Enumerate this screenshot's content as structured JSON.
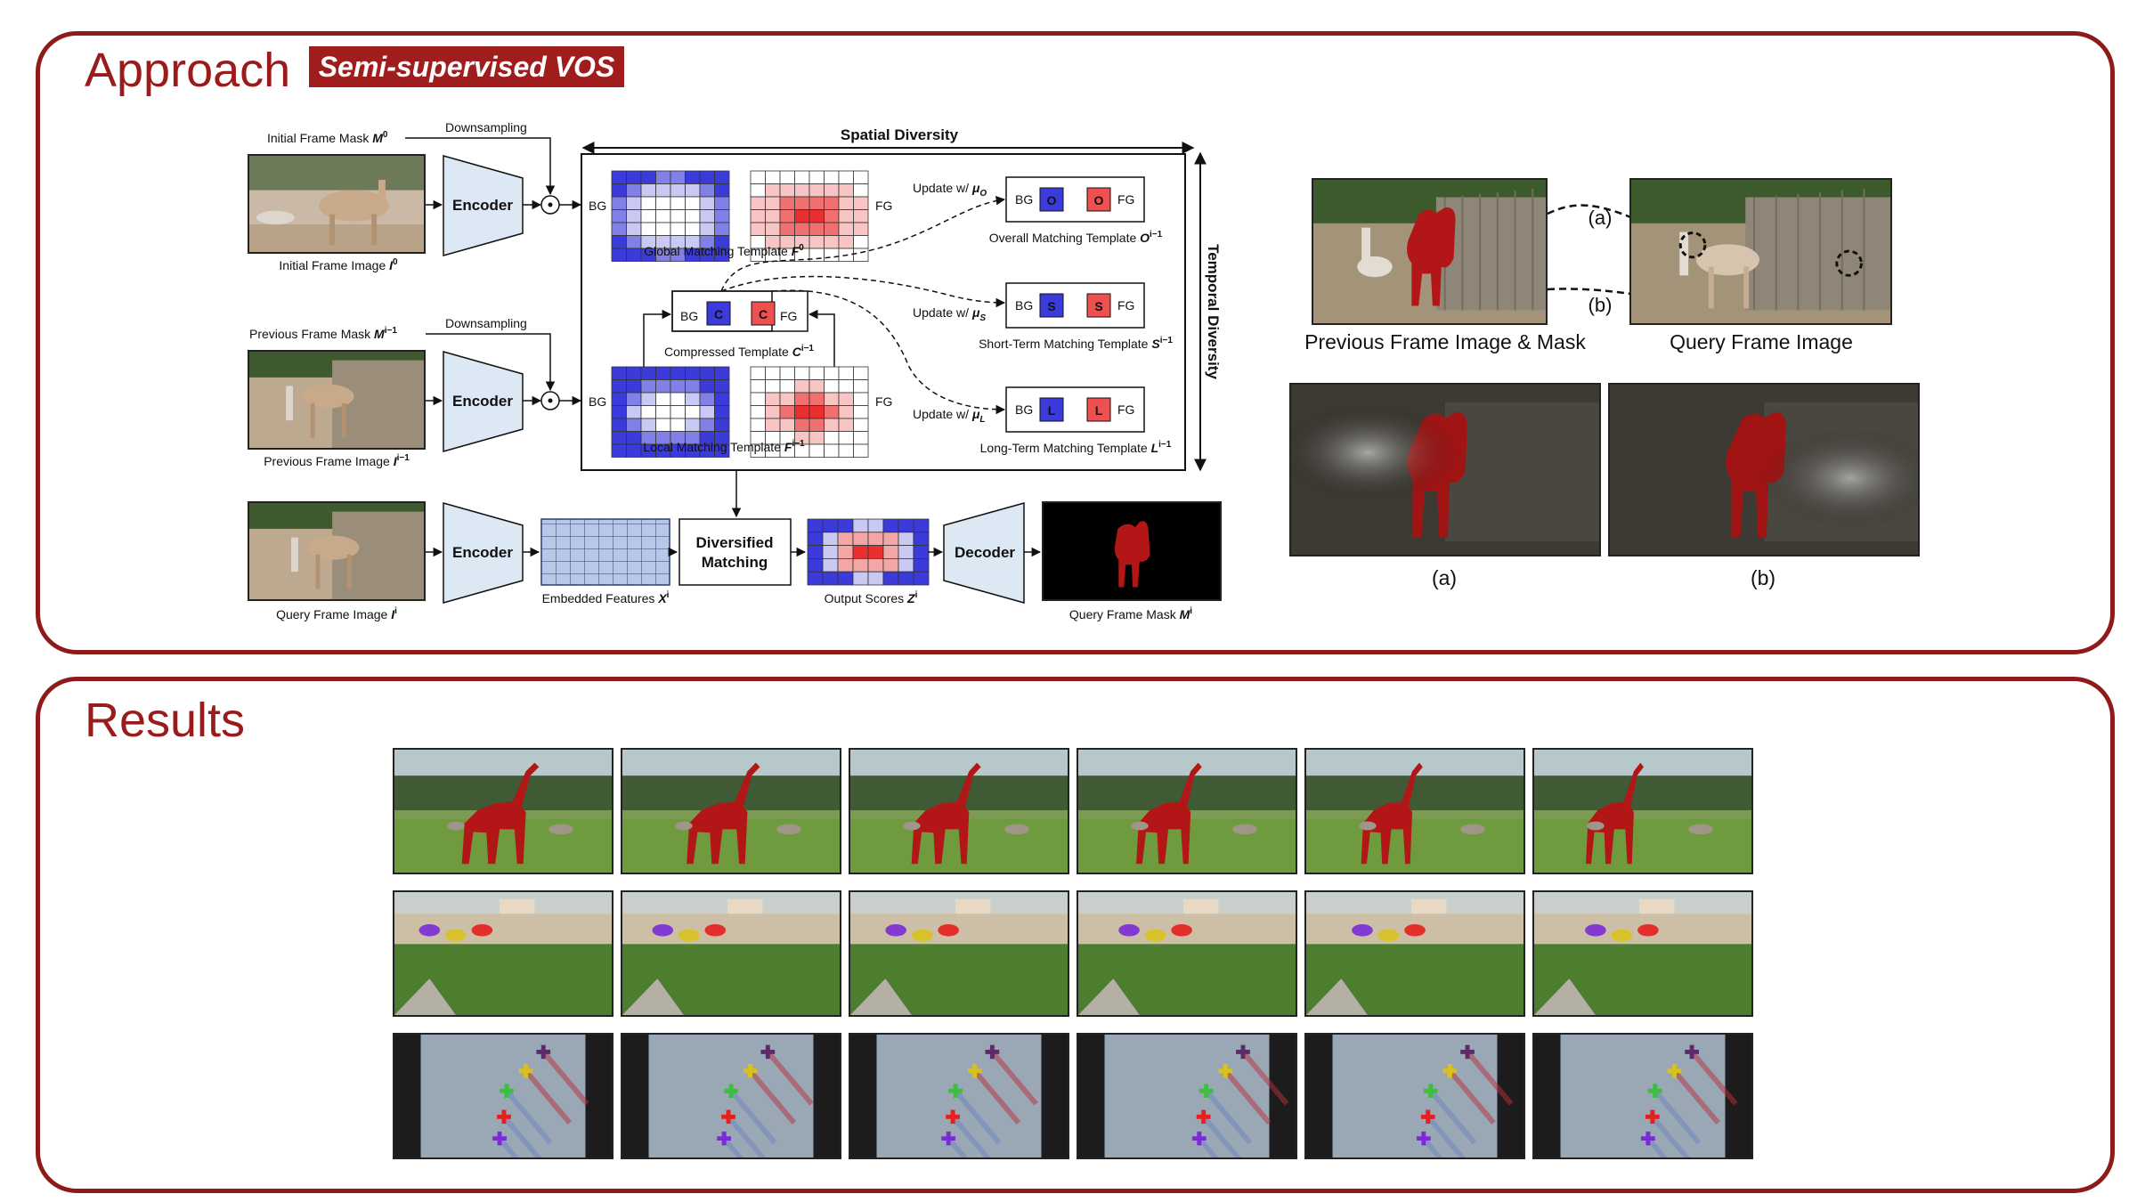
{
  "sections": {
    "approach_title": "Approach",
    "approach_badge": "Semi-supervised VOS",
    "results_title": "Results"
  },
  "diagram": {
    "spatial_diversity": "Spatial Diversity",
    "temporal_diversity": "Temporal Diversity",
    "initial_mask": "Initial Frame Mask",
    "initial_mask_sym": "M",
    "initial_mask_sup": "0",
    "initial_image": "Initial Frame Image",
    "initial_image_sym": "I",
    "initial_image_sup": "0",
    "prev_mask": "Previous Frame Mask",
    "prev_mask_sym": "M",
    "prev_mask_sup": "i−1",
    "prev_image": "Previous Frame Image",
    "prev_image_sym": "I",
    "prev_image_sup": "i−1",
    "query_image": "Query Frame Image",
    "query_image_sym": "I",
    "query_image_sup": "i",
    "downsampling": "Downsampling",
    "encoder": "Encoder",
    "decoder": "Decoder",
    "diversified_1": "Diversified",
    "diversified_2": "Matching",
    "bg": "BG",
    "fg": "FG",
    "global_template": "Global Matching Template",
    "global_sym": "F",
    "global_sup": "0",
    "local_template": "Local Matching Template",
    "local_sym": "F",
    "local_sup": "i−1",
    "compressed_template": "Compressed Template",
    "compressed_sym": "C",
    "compressed_sup": "i−1",
    "overall_template": "Overall Matching Template",
    "overall_sym": "O",
    "overall_sup": "i−1",
    "short_template": "Short-Term Matching Template",
    "short_sym": "S",
    "short_sup": "i−1",
    "long_template": "Long-Term Matching Template",
    "long_sym": "L",
    "long_sup": "i−1",
    "update_w": "Update w/",
    "mu": "μ",
    "sub_o": "O",
    "sub_s": "S",
    "sub_l": "L",
    "letter_c": "C",
    "letter_o": "O",
    "letter_s": "S",
    "letter_l": "L",
    "embedded_features": "Embedded Features",
    "embedded_sym": "X",
    "embedded_sup": "i",
    "output_scores": "Output Scores",
    "output_sym": "Z",
    "output_sup": "i",
    "query_mask": "Query Frame Mask",
    "query_mask_sym": "M",
    "query_mask_sup": "i"
  },
  "illustration": {
    "label_a": "(a)",
    "label_b": "(b)",
    "prev_caption": "Previous Frame Image & Mask",
    "query_caption": "Query Frame Image",
    "bottom_a": "(a)",
    "bottom_b": "(b)"
  },
  "results": {
    "rows": [
      "giraffe",
      "sheep",
      "planes"
    ],
    "frames_per_row": 6
  },
  "colors": {
    "accent": "#8e1a1a",
    "mask_red": "#b31616",
    "bg_blue": "#3b3bdc",
    "fg_red": "#e84a4a",
    "encoder_fill": "#dce8f4"
  }
}
